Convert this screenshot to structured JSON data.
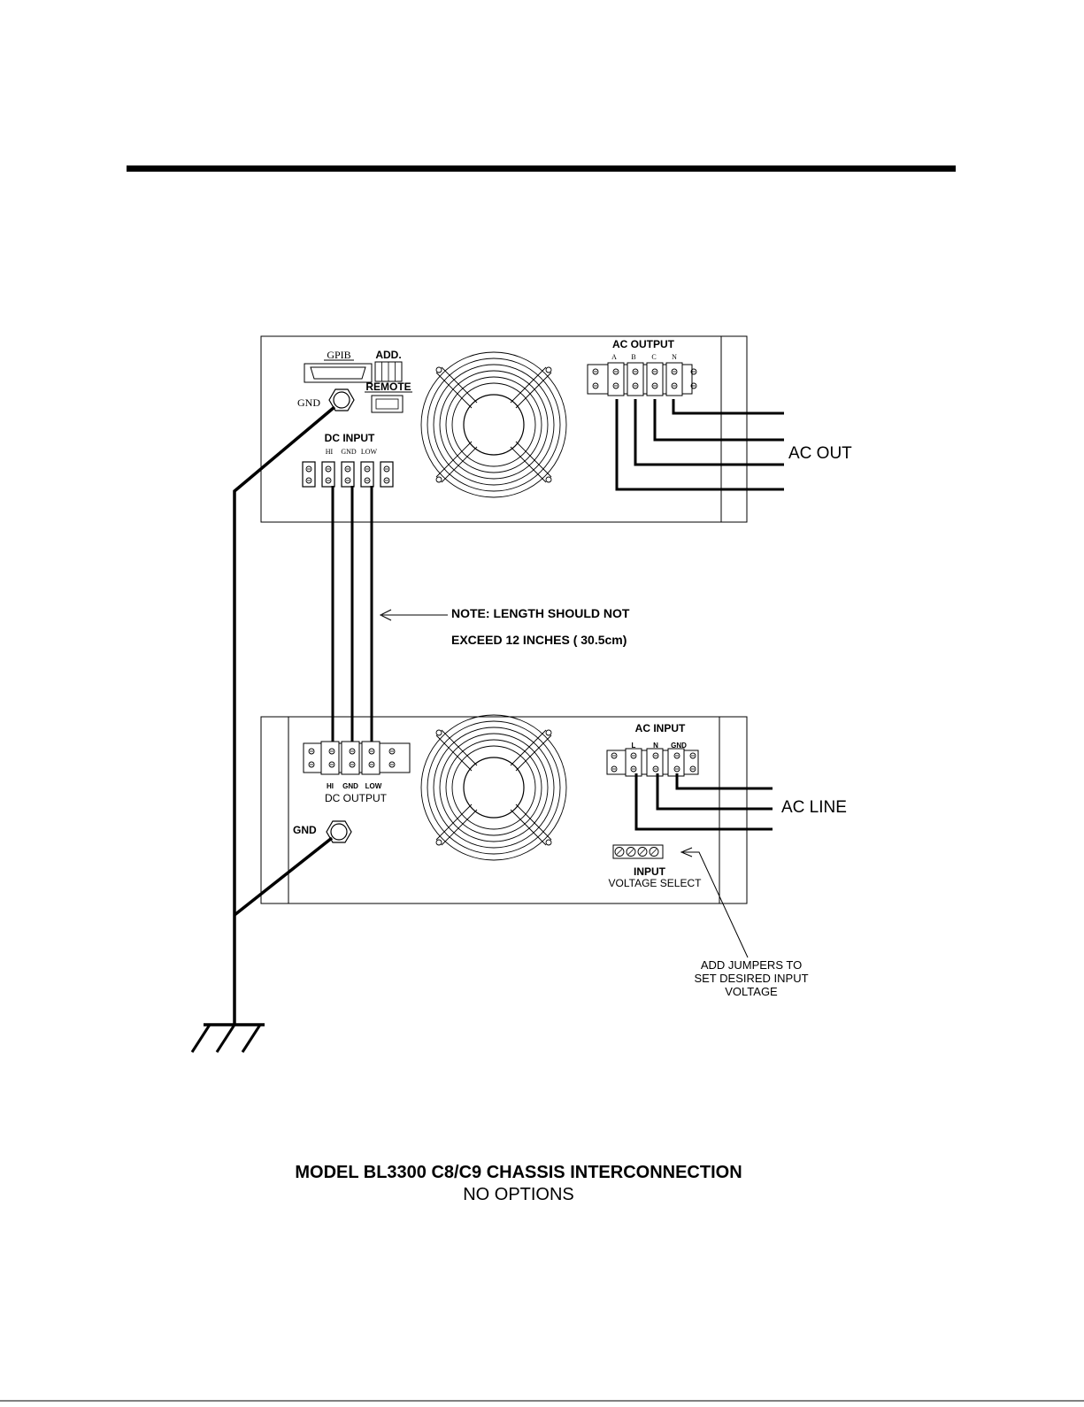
{
  "upper_chassis": {
    "gpib_label": "GPIB",
    "add_label": "ADD.",
    "remote_label": "REMOTE",
    "gnd_label": "GND",
    "dc_input_label": "DC INPUT",
    "dc_input_terms": [
      "HI",
      "GND",
      "LOW"
    ],
    "ac_output_label": "AC OUTPUT",
    "ac_output_terms": [
      "A",
      "B",
      "C",
      "N"
    ]
  },
  "ac_out_label": "AC OUT",
  "note": {
    "line1": "NOTE: LENGTH SHOULD NOT",
    "line2": "EXCEED 12 INCHES ( 30.5cm)"
  },
  "lower_chassis": {
    "ac_input_label": "AC INPUT",
    "ac_input_terms": [
      "L",
      "N",
      "GND"
    ],
    "dc_output_terms": [
      "HI",
      "GND",
      "LOW"
    ],
    "dc_output_label": "DC OUTPUT",
    "gnd_label": "GND",
    "input_label": "INPUT",
    "voltage_select_label": "VOLTAGE SELECT"
  },
  "ac_line_label": "AC LINE",
  "jumper_note": {
    "line1": "ADD JUMPERS TO",
    "line2": "SET DESIRED INPUT",
    "line3": "VOLTAGE"
  },
  "caption": {
    "line1": "MODEL BL3300 C8/C9 CHASSIS INTERCONNECTION",
    "line2": "NO OPTIONS"
  }
}
